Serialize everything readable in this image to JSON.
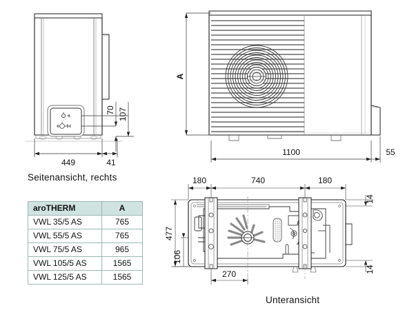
{
  "captions": {
    "side_view": "Seitenansicht, rechts",
    "bottom_view": "Unteransicht"
  },
  "table": {
    "headers": [
      "aroTHERM",
      "A"
    ],
    "rows": [
      {
        "model": "VWL 35/5 AS",
        "a": "765"
      },
      {
        "model": "VWL 55/5 AS",
        "a": "765"
      },
      {
        "model": "VWL 75/5 AS",
        "a": "965"
      },
      {
        "model": "VWL 105/5 AS",
        "a": "1565"
      },
      {
        "model": "VWL 125/5 AS",
        "a": "1565"
      }
    ]
  },
  "side_view": {
    "dim_width": "449",
    "dim_offset": "41",
    "dim_70": "70",
    "dim_107": "107"
  },
  "front_view": {
    "dim_height": "A",
    "dim_width": "1100",
    "dim_depth": "55"
  },
  "bottom_view": {
    "dim_left": "180",
    "dim_center": "740",
    "dim_right": "180",
    "dim_top_14": "14",
    "dim_bottom_14": "14",
    "dim_477": "477",
    "dim_106": "106",
    "dim_270": "270"
  },
  "colors": {
    "table_header_bg": "#cfe3e0",
    "table_border": "#9bb7b4",
    "line": "#1a1a1a",
    "hatch": "#555555",
    "thin": "#777777",
    "background": "#ffffff"
  }
}
